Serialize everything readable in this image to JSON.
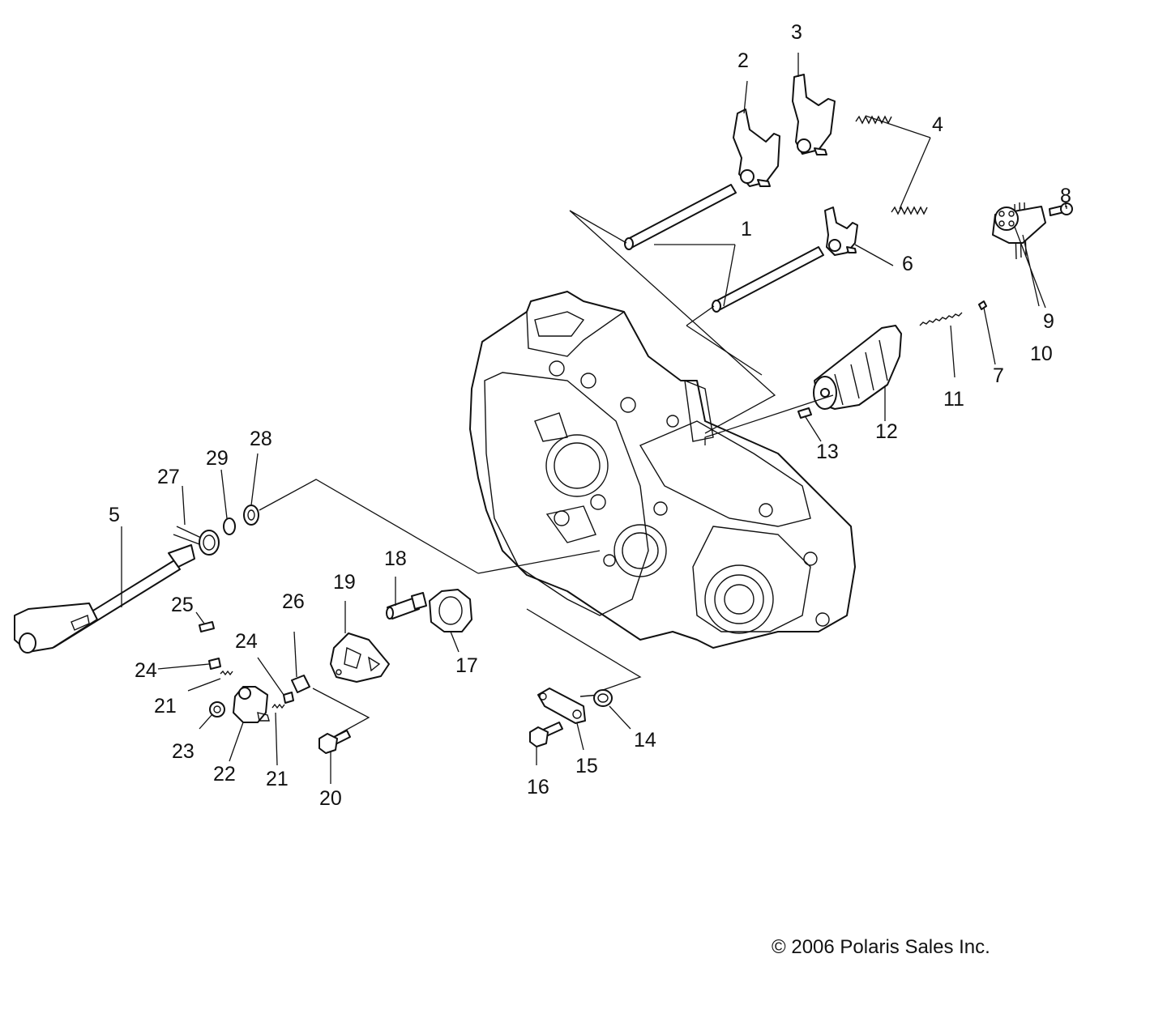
{
  "copyright": "© 2006 Polaris Sales Inc.",
  "callouts": [
    "1",
    "2",
    "3",
    "4",
    "5",
    "6",
    "7",
    "8",
    "9",
    "10",
    "11",
    "12",
    "13",
    "14",
    "15",
    "16",
    "17",
    "18",
    "19",
    "20",
    "21",
    "21",
    "22",
    "23",
    "24",
    "24",
    "25",
    "26",
    "27",
    "28",
    "29"
  ]
}
